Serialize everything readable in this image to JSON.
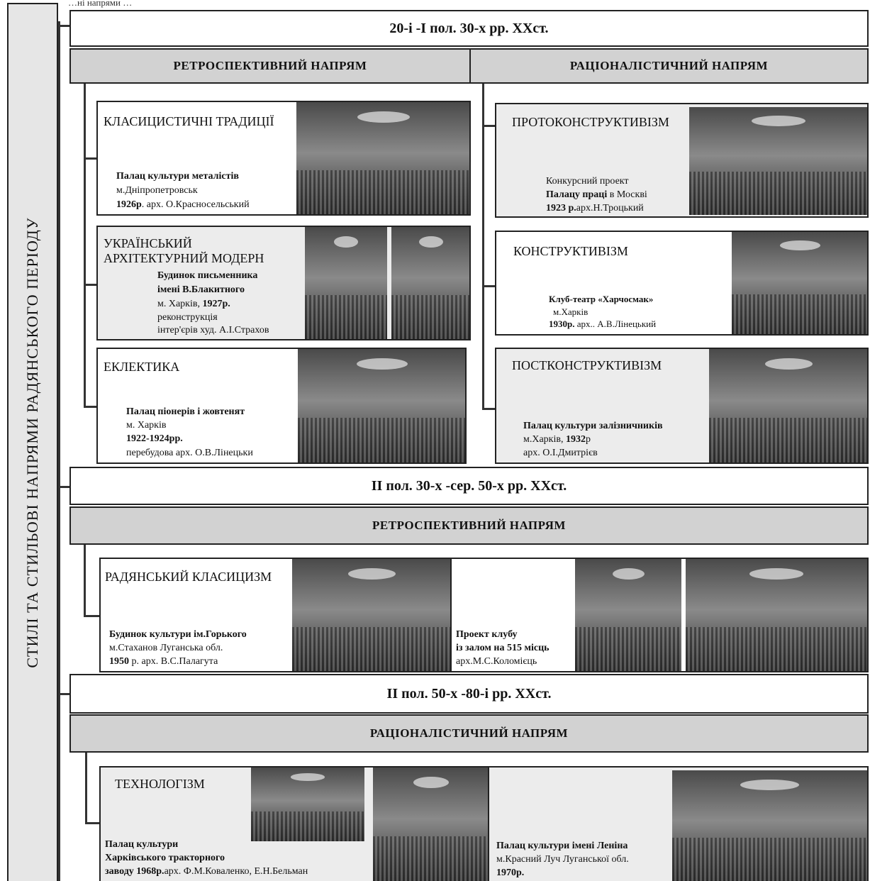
{
  "sidebar": {
    "title": "СТИЛІ ТА СТИЛЬОВІ НАПРЯМИ РАДЯНСЬКОГО ПЕРІОДУ"
  },
  "top_caption": "…ні напрями                                                                          …",
  "periods": [
    "20-і -І пол. 30-х рр. ХХст.",
    "ІІ пол. 30-х -сер. 50-х рр. ХХст.",
    "ІІ пол. 50-х -80-і рр. ХХст."
  ],
  "directions": {
    "retro": "РЕТРОСПЕКТИВНИЙ НАПРЯМ",
    "rational": "РАЦІОНАЛІСТИЧНИЙ НАПРЯМ"
  },
  "cards": {
    "classic": {
      "style": "КЛАСИЦИСТИЧНІ ТРАДИЦІЇ",
      "building": "Палац культури металістів",
      "city": "м.Дніпропетровськ",
      "year": "1926р",
      "author": ". арх. О.Красносельський"
    },
    "modern": {
      "style1": "УКРАЇНСЬКИЙ",
      "style2": "АРХІТЕКТУРНИЙ МОДЕРН",
      "building1": "Будинок письменника",
      "building2": "імені В.Блакитного",
      "city": "м. Харків, ",
      "year": "1927р.",
      "note1": "реконструкція",
      "note2": "інтер'єрів худ. А.І.Страхов"
    },
    "eclectic": {
      "style": "ЕКЛЕКТИКА",
      "building": "Палац піонерів і жовтенят",
      "city": "м. Харків",
      "year": "1922-1924рр.",
      "author": "перебудова арх. О.В.Лінецьки"
    },
    "protoconstr": {
      "style": "ПРОТОКОНСТРУКТИВІЗМ",
      "line1": "Конкурсний проект",
      "building": "Палацу праці",
      "city": " в Москві",
      "year": "1923 р.",
      "author": "арх.Н.Троцький"
    },
    "constr": {
      "style": "КОНСТРУКТИВІЗМ",
      "building": "Клуб-театр «Харчосмак»",
      "city": "м.Харків",
      "year": "1930р.",
      "author": " арх.. А.В.Лінецький"
    },
    "postconstr": {
      "style": "ПОСТКОНСТРУКТИВІЗМ",
      "building": "Палац культури залізничників",
      "city": "м.Харків, ",
      "year": "1932",
      "year_suffix": "р",
      "author": "арх. О.І.Дмитрієв"
    },
    "soviet_classic": {
      "style": "РАДЯНСЬКИЙ КЛАСИЦИЗМ",
      "building": "Будинок культури ім.Горького",
      "city": "м.Стаханов Луганська обл.",
      "year": "1950",
      "author": " р. арх. В.С.Палагута"
    },
    "club_project": {
      "line1": "Проект клубу",
      "line2": "із залом на 515 місць",
      "author": "арх.М.С.Коломієць"
    },
    "techno": {
      "style": "ТЕХНОЛОГІЗМ",
      "building1": "Палац культури",
      "building2": "Харківського тракторного",
      "building3": "заводу 1968р.",
      "author": "арх. Ф.М.Коваленко, Е.Н.Бельман"
    },
    "lenin": {
      "building": "Палац культури імені Леніна",
      "city": "м.Красний Луч Луганської обл.",
      "year": "1970р."
    }
  }
}
